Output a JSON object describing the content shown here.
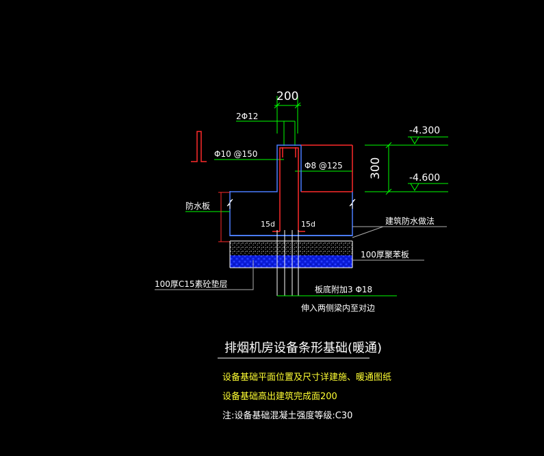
{
  "drawing": {
    "labels": {
      "width_dim": "200",
      "top_bars": "2Φ12",
      "stirrup": "Φ10 @150",
      "dist_bar": "Φ8 @125",
      "height_dim": "300",
      "level_top": "-4.300",
      "level_bottom": "-4.600",
      "waterproof_board": "防水板",
      "anchor_left": "15d",
      "anchor_right": "15d",
      "arch_waterproof": "建筑防水做法",
      "polystyrene_board": "100厚聚苯板",
      "plain_concrete": "100厚C15素砼垫层",
      "bottom_rebar": "板底附加3 Φ18",
      "extend_note": "伸入两侧梁内至对边"
    },
    "colors": {
      "outline": "#ff2a2a",
      "dimension": "#00ff00",
      "text": "#ffffff",
      "level_line": "#00ff00",
      "waterproof_layer": "#4a7cff",
      "insulation": "#1020ff",
      "leader": "#b0b0b0"
    }
  },
  "title": {
    "main": "排烟机房设备条形基础(暖通)"
  },
  "notes": [
    {
      "text": "设备基础平面位置及尺寸详建施、暖通图纸",
      "color": "#ffff33"
    },
    {
      "text": "设备基础高出建筑完成面200",
      "color": "#ffff33"
    },
    {
      "text": "注:设备基础混凝土强度等级:C30",
      "color": "#ffffff"
    }
  ]
}
